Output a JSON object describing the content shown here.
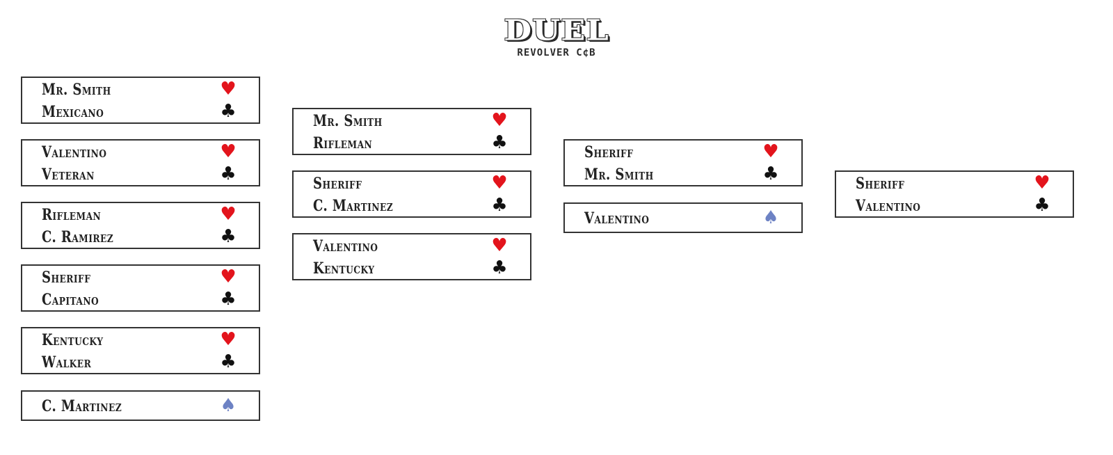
{
  "header": {
    "title": "DUEL",
    "subtitle": "REVOLVER C¢B"
  },
  "icons": {
    "win": "heart-icon",
    "lose": "club-icon",
    "bye": "spade-icon"
  },
  "colors": {
    "heart": "#e3141c",
    "club": "#111111",
    "spade": "#6d82c4"
  },
  "rounds": [
    {
      "matches": [
        {
          "top": "Mr. Smith",
          "bottom": "Mexicano"
        },
        {
          "top": "Valentino",
          "bottom": "Veteran"
        },
        {
          "top": "Rifleman",
          "bottom": "C. Ramirez"
        },
        {
          "top": "Sheriff",
          "bottom": "Capitano"
        },
        {
          "top": "Kentucky",
          "bottom": "Walker"
        },
        {
          "bye": "C. Martinez"
        }
      ]
    },
    {
      "matches": [
        {
          "top": "Mr. Smith",
          "bottom": "Rifleman"
        },
        {
          "top": "Sheriff",
          "bottom": "C. Martinez"
        },
        {
          "top": "Valentino",
          "bottom": "Kentucky"
        }
      ]
    },
    {
      "matches": [
        {
          "top": "Sheriff",
          "bottom": "Mr. Smith"
        },
        {
          "bye": "Valentino"
        }
      ]
    },
    {
      "matches": [
        {
          "top": "Sheriff",
          "bottom": "Valentino"
        }
      ]
    }
  ]
}
